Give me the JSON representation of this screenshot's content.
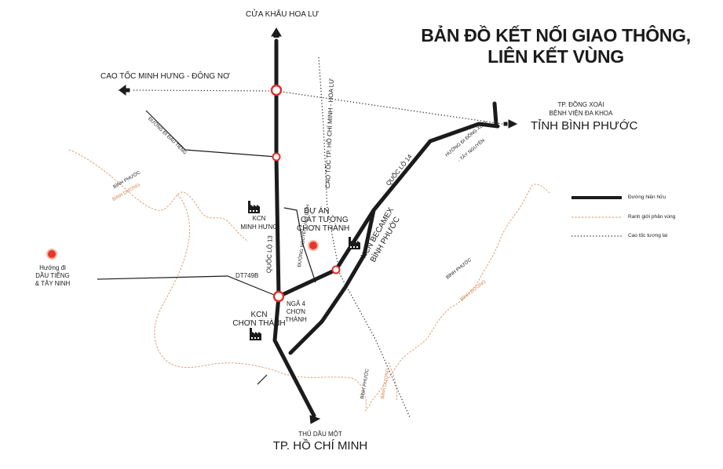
{
  "title": {
    "line1": "BẢN ĐỒ KẾT NỐI GIAO THÔNG,",
    "line2": "LIÊN KẾT VÙNG"
  },
  "colors": {
    "road": "#1b1b1b",
    "boundary": "#d9956a",
    "junction": "#e32b2b",
    "marker_fill": "#e8352b"
  },
  "labels": {
    "border_gate": "CỬA KHẨU HOA LƯ",
    "expressway_west": "CAO TỐC MINH HƯNG - ĐÔNG NƠ",
    "destination_east_sub1": "TP. ĐỒNG XOÀI",
    "destination_east_sub2": "BỆNH VIỆN ĐA KHOA",
    "destination_east": "TỈNH BÌNH PHƯỚC",
    "dong_xoai_direction1": "HƯỚNG ĐI ĐỒNG XOÀI",
    "dong_xoai_direction2": "- TÂY NGUYÊN",
    "expressway_vertical": "CAO TỐC TP. HỒ CHÍ MINH - HOA LƯ",
    "highway_14": "QUỐC LỘ 14",
    "highway_13": "QUỐC LỘ 13",
    "kcn_minh_hung_1": "KCN",
    "kcn_minh_hung_2": "MINH HƯNG",
    "project_1": "DỰ ÁN",
    "project_2": "CÁT TƯỜNG",
    "project_3": "CHƠN THÀNH",
    "kcn_becamex_1": "KCN BECAMEX",
    "kcn_becamex_2": "BÌNH PHƯỚC",
    "dt749b": "DT749B",
    "junction_1": "NGÃ 4",
    "junction_2": "CHƠN",
    "junction_3": "THÀNH",
    "kcn_chon_thanh_1": "KCN",
    "kcn_chon_thanh_2": "CHƠN THÀNH",
    "dau_tieng_1": "Hướng đi",
    "dau_tieng_2": "DẦU TIẾNG",
    "dau_tieng_3": "& TÂY NINH",
    "destination_south_sub": "THỦ DẦU MỘT",
    "destination_south": "TP. HỒ CHÍ MINH",
    "binh_phuoc_a": "BÌNH PHƯỚC",
    "binh_duong_a": "BÌNH DƯƠNG",
    "binh_phuoc_b": "BÌNH PHƯỚC",
    "binh_duong_b": "BÌNH DƯƠNG",
    "binh_phuoc_c": "BÌNH PHƯỚC",
    "binh_duong_c": "BÌNH DƯƠNG",
    "minor_road_1": "ĐƯỜNG ĐI ĐẦU TIẾNG",
    "minor_road_2": "ĐƯỜNG NGUYỄN VĂN LINH"
  },
  "legend": [
    {
      "label": "Đường hiện hữu",
      "style": "solid"
    },
    {
      "label": "Ranh giới phân vùng",
      "style": "boundary"
    },
    {
      "label": "Cao tốc tương lai",
      "style": "dotted"
    }
  ],
  "icons": {
    "factory": "factory-icon",
    "junction": "junction-marker-icon",
    "place": "place-marker-icon",
    "arrow": "direction-arrow-icon"
  }
}
